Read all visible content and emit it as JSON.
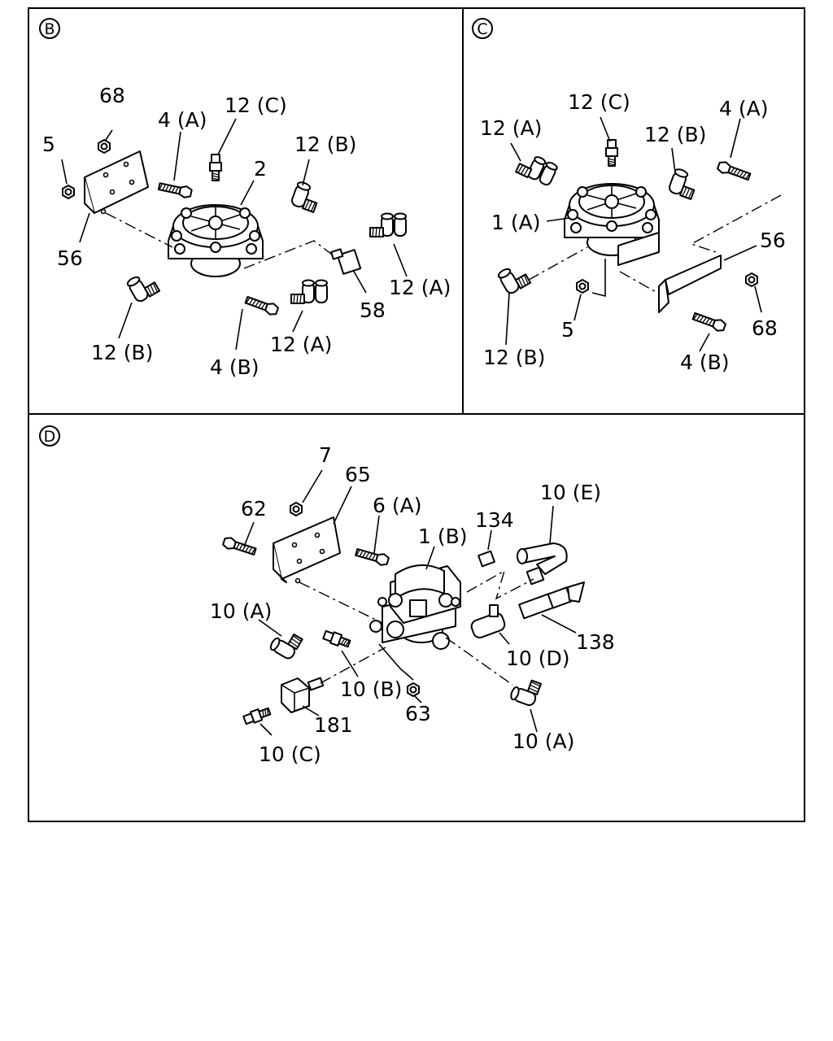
{
  "panels": {
    "B": {
      "badge": "B",
      "labels": {
        "l68": "68",
        "l5": "5",
        "l4a": "4 (A)",
        "l12c": "12 (C)",
        "l2": "2",
        "l12b_top": "12 (B)",
        "l56": "56",
        "l58": "58",
        "l12a_right": "12 (A)",
        "l12b_bot": "12 (B)",
        "l4b": "4 (B)",
        "l12a_bot": "12 (A)"
      }
    },
    "C": {
      "badge": "C",
      "labels": {
        "l12c": "12 (C)",
        "l4a": "4 (A)",
        "l12a": "12 (A)",
        "l12b_top": "12 (B)",
        "l1a": "1 (A)",
        "l56": "56",
        "l68": "68",
        "l5": "5",
        "l12b_bot": "12 (B)",
        "l4b": "4 (B)"
      }
    },
    "D": {
      "badge": "D",
      "labels": {
        "l7": "7",
        "l65": "65",
        "l62": "62",
        "l6a": "6 (A)",
        "l10e": "10 (E)",
        "l1b": "1 (B)",
        "l134": "134",
        "l10a_left": "10 (A)",
        "l138": "138",
        "l10d": "10 (D)",
        "l10b": "10 (B)",
        "l63": "63",
        "l181": "181",
        "l10c": "10 (C)",
        "l10a_right": "10 (A)"
      }
    }
  }
}
